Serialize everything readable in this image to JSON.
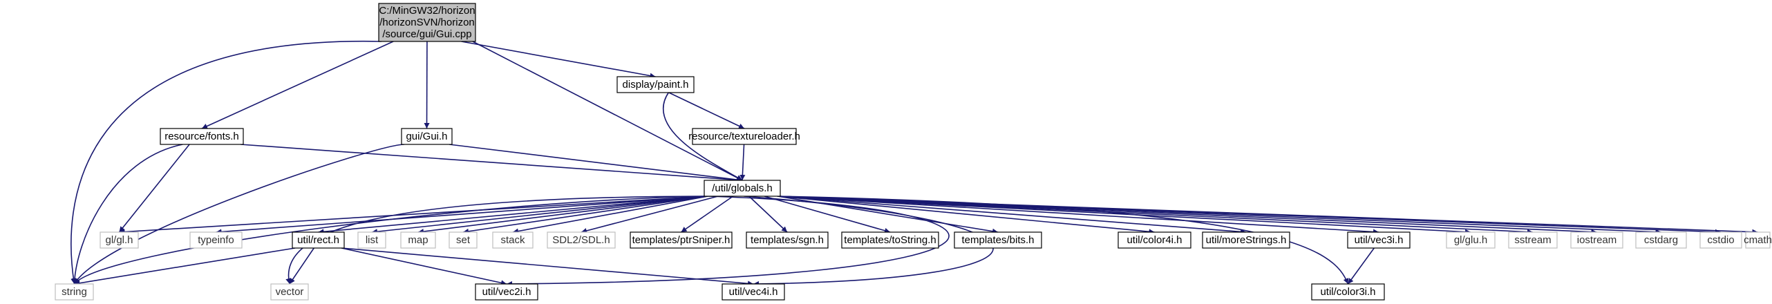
{
  "graph": {
    "nodes": [
      {
        "id": "gui_cpp",
        "lines": [
          "C:/MinGW32/horizon",
          "/horizonSVN/horizon",
          "/source/gui/Gui.cpp"
        ],
        "style": "root"
      },
      {
        "id": "display_paint",
        "lines": [
          "display/paint.h"
        ],
        "style": "normal"
      },
      {
        "id": "resource_fonts",
        "lines": [
          "resource/fonts.h"
        ],
        "style": "normal"
      },
      {
        "id": "gui_gui",
        "lines": [
          "gui/Gui.h"
        ],
        "style": "normal"
      },
      {
        "id": "texture_loader",
        "lines": [
          "resource/textureloader.h"
        ],
        "style": "normal"
      },
      {
        "id": "globals",
        "lines": [
          "/util/globals.h"
        ],
        "style": "normal"
      },
      {
        "id": "gl_gl",
        "lines": [
          "gl/gl.h"
        ],
        "style": "system"
      },
      {
        "id": "typeinfo",
        "lines": [
          "typeinfo"
        ],
        "style": "system"
      },
      {
        "id": "util_rect",
        "lines": [
          "util/rect.h"
        ],
        "style": "normal"
      },
      {
        "id": "list",
        "lines": [
          "list"
        ],
        "style": "system"
      },
      {
        "id": "map",
        "lines": [
          "map"
        ],
        "style": "system"
      },
      {
        "id": "set",
        "lines": [
          "set"
        ],
        "style": "system"
      },
      {
        "id": "stack",
        "lines": [
          "stack"
        ],
        "style": "system"
      },
      {
        "id": "sdl",
        "lines": [
          "SDL2/SDL.h"
        ],
        "style": "system"
      },
      {
        "id": "ptrsniper",
        "lines": [
          "templates/ptrSniper.h"
        ],
        "style": "normal"
      },
      {
        "id": "sgn",
        "lines": [
          "templates/sgn.h"
        ],
        "style": "normal"
      },
      {
        "id": "tostring",
        "lines": [
          "templates/toString.h"
        ],
        "style": "normal"
      },
      {
        "id": "bits",
        "lines": [
          "templates/bits.h"
        ],
        "style": "normal"
      },
      {
        "id": "color4i",
        "lines": [
          "util/color4i.h"
        ],
        "style": "normal"
      },
      {
        "id": "morestrings",
        "lines": [
          "util/moreStrings.h"
        ],
        "style": "normal"
      },
      {
        "id": "vec3i",
        "lines": [
          "util/vec3i.h"
        ],
        "style": "normal"
      },
      {
        "id": "glu",
        "lines": [
          "gl/glu.h"
        ],
        "style": "system"
      },
      {
        "id": "sstream",
        "lines": [
          "sstream"
        ],
        "style": "system"
      },
      {
        "id": "iostream",
        "lines": [
          "iostream"
        ],
        "style": "system"
      },
      {
        "id": "cstdarg",
        "lines": [
          "cstdarg"
        ],
        "style": "system"
      },
      {
        "id": "cstdio",
        "lines": [
          "cstdio"
        ],
        "style": "system"
      },
      {
        "id": "cmath",
        "lines": [
          "cmath"
        ],
        "style": "system"
      },
      {
        "id": "string",
        "lines": [
          "string"
        ],
        "style": "system"
      },
      {
        "id": "vector",
        "lines": [
          "vector"
        ],
        "style": "system"
      },
      {
        "id": "vec2i",
        "lines": [
          "util/vec2i.h"
        ],
        "style": "normal"
      },
      {
        "id": "vec4i",
        "lines": [
          "util/vec4i.h"
        ],
        "style": "normal"
      },
      {
        "id": "color3i",
        "lines": [
          "util/color3i.h"
        ],
        "style": "normal"
      }
    ],
    "edges": [
      [
        "gui_cpp",
        "string"
      ],
      [
        "gui_cpp",
        "resource_fonts"
      ],
      [
        "gui_cpp",
        "gui_gui"
      ],
      [
        "gui_cpp",
        "globals"
      ],
      [
        "gui_cpp",
        "display_paint"
      ],
      [
        "display_paint",
        "globals"
      ],
      [
        "display_paint",
        "texture_loader"
      ],
      [
        "texture_loader",
        "globals"
      ],
      [
        "resource_fonts",
        "string"
      ],
      [
        "resource_fonts",
        "gl_gl"
      ],
      [
        "resource_fonts",
        "globals"
      ],
      [
        "gui_gui",
        "string"
      ],
      [
        "gui_gui",
        "globals"
      ],
      [
        "globals",
        "gl_gl"
      ],
      [
        "globals",
        "string"
      ],
      [
        "globals",
        "typeinfo"
      ],
      [
        "globals",
        "util_rect"
      ],
      [
        "globals",
        "vector"
      ],
      [
        "globals",
        "list"
      ],
      [
        "globals",
        "map"
      ],
      [
        "globals",
        "set"
      ],
      [
        "globals",
        "stack"
      ],
      [
        "globals",
        "sdl"
      ],
      [
        "globals",
        "ptrsniper"
      ],
      [
        "globals",
        "sgn"
      ],
      [
        "globals",
        "tostring"
      ],
      [
        "globals",
        "bits"
      ],
      [
        "globals",
        "vec2i"
      ],
      [
        "globals",
        "vec4i"
      ],
      [
        "globals",
        "color4i"
      ],
      [
        "globals",
        "morestrings"
      ],
      [
        "globals",
        "vec3i"
      ],
      [
        "globals",
        "color3i"
      ],
      [
        "globals",
        "glu"
      ],
      [
        "globals",
        "sstream"
      ],
      [
        "globals",
        "iostream"
      ],
      [
        "globals",
        "cstdarg"
      ],
      [
        "globals",
        "cstdio"
      ],
      [
        "globals",
        "cmath"
      ],
      [
        "util_rect",
        "string"
      ],
      [
        "util_rect",
        "vector"
      ],
      [
        "util_rect",
        "vec2i"
      ],
      [
        "util_rect",
        "vec4i"
      ],
      [
        "vec3i",
        "color3i"
      ]
    ],
    "colors": {
      "edge": "#191970",
      "box_border": "#000000",
      "system_border": "#bfbfbf",
      "root_fill": "#bfbfbf",
      "text": "#000000",
      "system_text": "#333333"
    }
  }
}
